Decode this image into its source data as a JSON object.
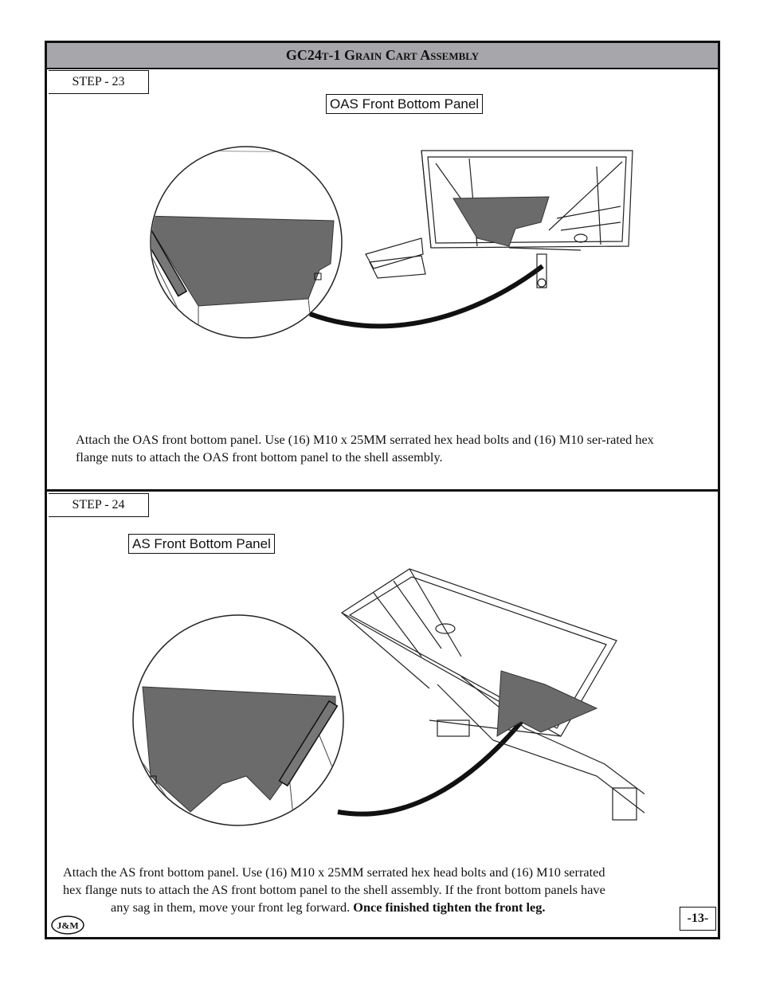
{
  "header": {
    "title_main": "GC24",
    "title_small": "t-1 Grain Cart Assembly"
  },
  "step23": {
    "label": "STEP - 23",
    "callout": "OAS Front Bottom Panel",
    "text": "Attach the OAS front bottom panel. Use (16) M10 x 25MM serrated hex head bolts and (16) M10 ser-rated hex flange nuts to attach the OAS front bottom panel to the shell assembly."
  },
  "step24": {
    "label": "STEP - 24",
    "callout": "AS Front Bottom Panel",
    "text_line1": "Attach the AS front bottom panel. Use (16) M10 x 25MM serrated hex head bolts and (16) M10 serrated",
    "text_line2": "hex flange nuts to attach the AS front bottom panel to the shell assembly. If the front bottom panels have",
    "text_line3": "any sag in them, move your front leg forward.",
    "text_bold": "Once finished tighten the front leg."
  },
  "footer": {
    "logo_text": "J&M",
    "page_number": "-13-"
  },
  "colors": {
    "header_bg": "#a7a7ab",
    "panel_fill": "#6b6b6b"
  }
}
